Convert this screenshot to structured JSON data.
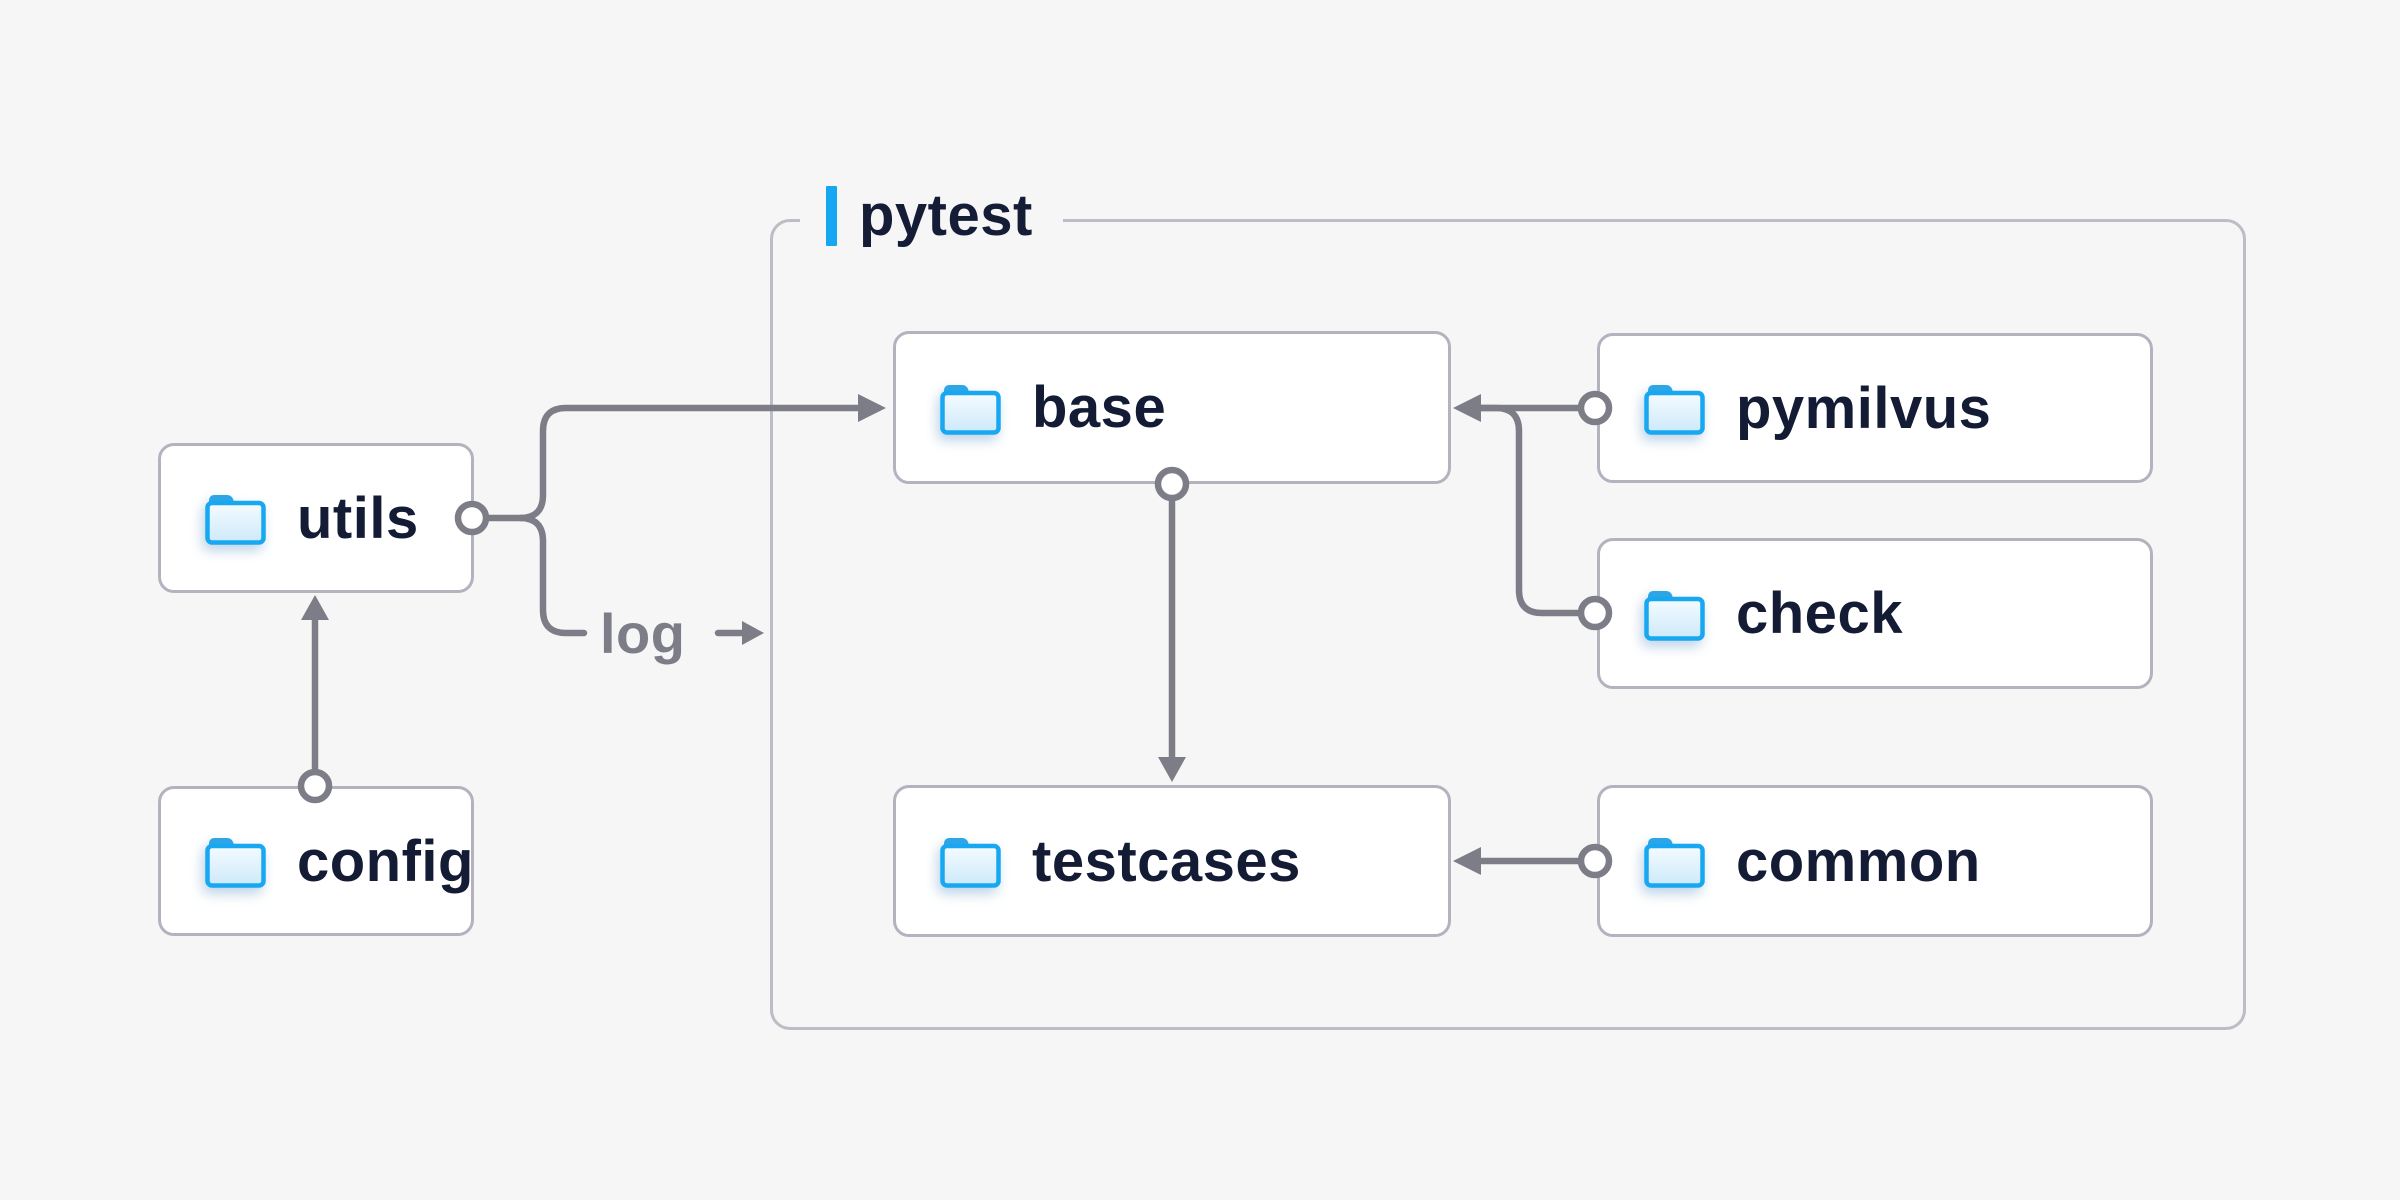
{
  "diagram": {
    "container": {
      "label": "pytest"
    },
    "nodes": {
      "utils": {
        "label": "utils"
      },
      "config": {
        "label": "config"
      },
      "base": {
        "label": "base"
      },
      "pymilvus": {
        "label": "pymilvus"
      },
      "check": {
        "label": "check"
      },
      "testcases": {
        "label": "testcases"
      },
      "common": {
        "label": "common"
      }
    },
    "edges": [
      {
        "from": "utils",
        "to": "base",
        "label": ""
      },
      {
        "from": "utils",
        "to": "pytest",
        "label": "log"
      },
      {
        "from": "config",
        "to": "utils",
        "label": ""
      },
      {
        "from": "pymilvus",
        "to": "base",
        "label": ""
      },
      {
        "from": "check",
        "to": "base",
        "label": ""
      },
      {
        "from": "base",
        "to": "testcases",
        "label": ""
      },
      {
        "from": "common",
        "to": "testcases",
        "label": ""
      }
    ],
    "edge_label_log": "log",
    "colors": {
      "background": "#f6f6f7",
      "node_fill": "#ffffff",
      "node_border": "#b3b3bf",
      "container_border": "#bdbdc7",
      "connector": "#7d7d88",
      "label_text": "#131b35",
      "muted_text": "#7d7d88",
      "accent_blue": "#17a7f0",
      "folder_stroke": "#18a7f1",
      "folder_tab": "#2ea6e6"
    }
  }
}
